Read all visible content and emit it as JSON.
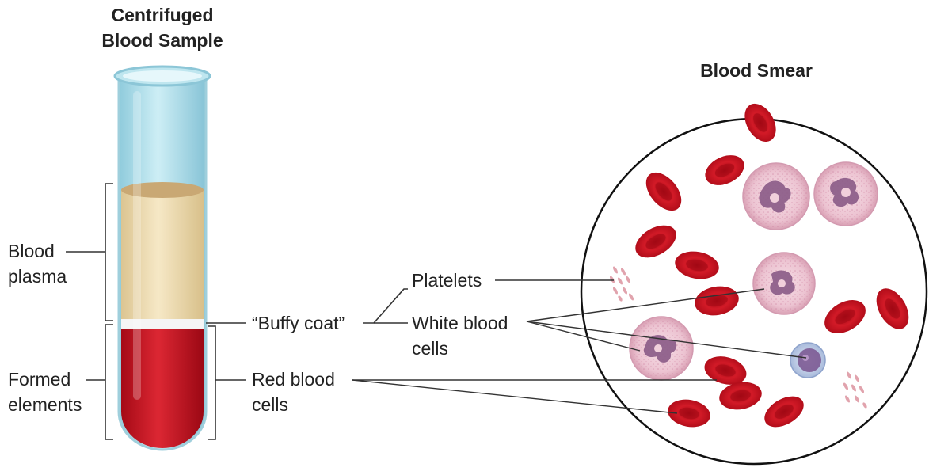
{
  "tube": {
    "title_line1": "Centrifuged",
    "title_line2": "Blood Sample"
  },
  "smear": {
    "title": "Blood Smear"
  },
  "labels": {
    "plasma_line1": "Blood",
    "plasma_line2": "plasma",
    "formed_line1": "Formed",
    "formed_line2": "elements",
    "buffy_coat": "“Buffy coat”",
    "platelets": "Platelets",
    "wbc_line1": "White blood",
    "wbc_line2": "cells",
    "rbc_line1": "Red blood",
    "rbc_line2": "cells"
  },
  "colors": {
    "plasma": "#ecd9ad",
    "red_cells": "#c0101e",
    "buffy": "#f4f4f4",
    "glass": "#a9dce8",
    "wbc": "#e8b9c8",
    "wbc_nucleus": "#8a5a86",
    "lymphocyte": "#c9d6ec",
    "platelet": "#e2a8b0"
  },
  "icons": {
    "test_tube": "test-tube-icon",
    "red_blood_cell": "red-blood-cell-icon",
    "white_blood_cell": "white-blood-cell-icon",
    "platelet": "platelet-icon"
  }
}
